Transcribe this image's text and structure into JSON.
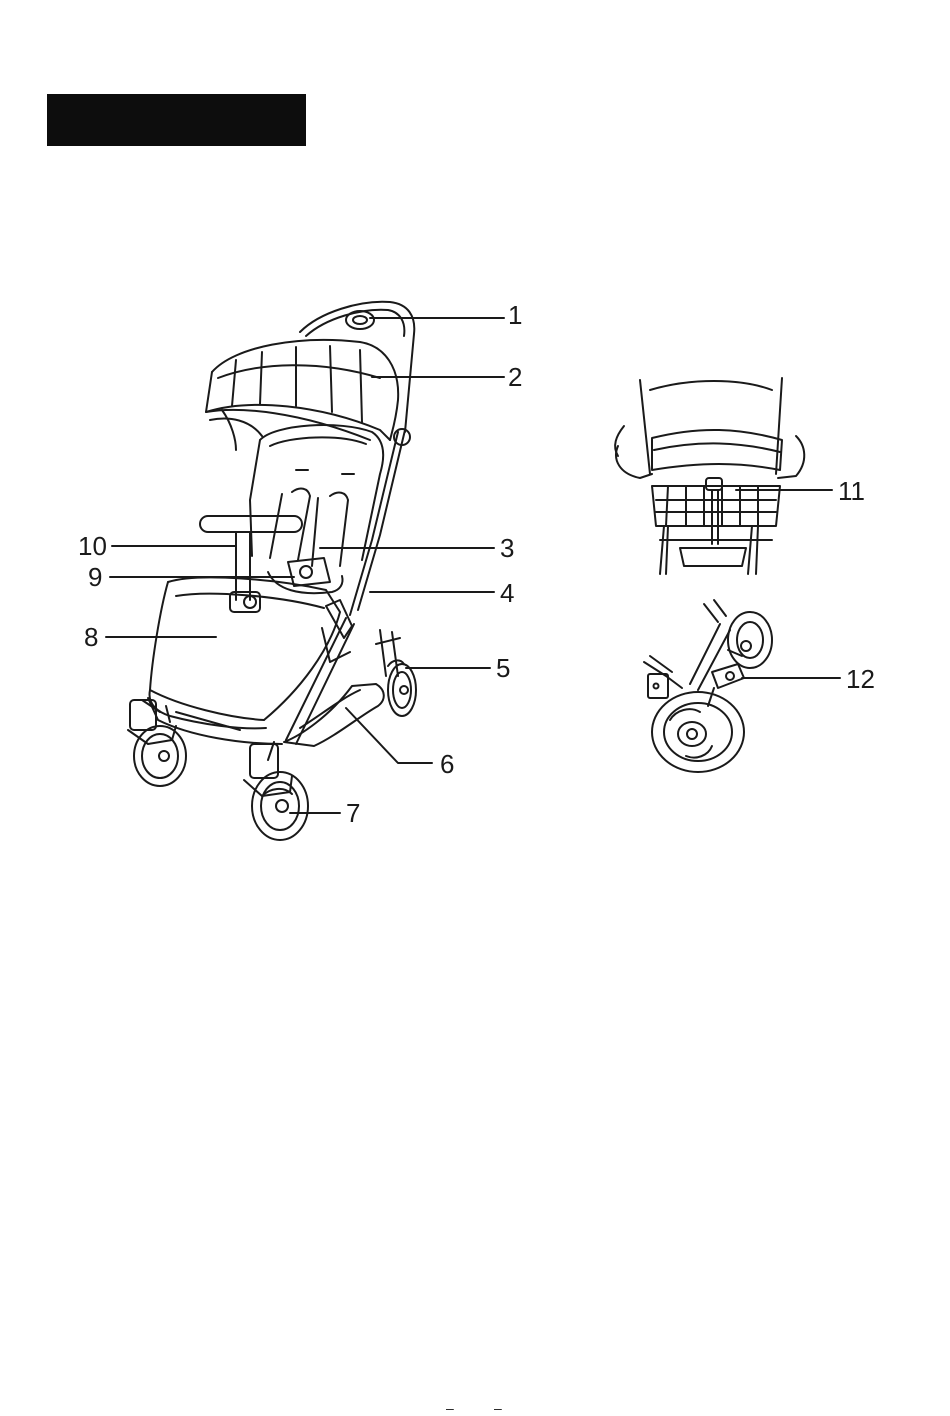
{
  "header": {
    "title_block_color": "#0d0d0d"
  },
  "callouts": [
    "1",
    "2",
    "3",
    "4",
    "5",
    "6",
    "7",
    "8",
    "9",
    "10",
    "11",
    "12"
  ],
  "footer": {
    "page_marks": [
      "–",
      "–"
    ]
  }
}
